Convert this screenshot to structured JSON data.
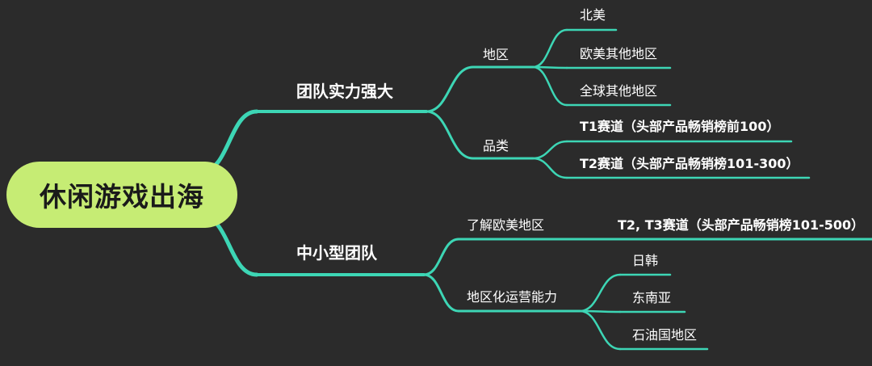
{
  "mindmap": {
    "root": "休闲游戏出海",
    "branches": [
      {
        "label": "团队实力强大",
        "children": [
          {
            "label": "地区",
            "children": [
              "北美",
              "欧美其他地区",
              "全球其他地区"
            ]
          },
          {
            "label": "品类",
            "children": [
              "T1赛道（头部产品畅销榜前100）",
              "T2赛道（头部产品畅销榜101-300）"
            ]
          }
        ]
      },
      {
        "label": "中小型团队",
        "children": [
          {
            "label": "了解欧美地区",
            "children": [
              "T2, T3赛道（头部产品畅销榜101-500）"
            ]
          },
          {
            "label": "地区化运营能力",
            "children": [
              "日韩",
              "东南亚",
              "石油国地区"
            ]
          }
        ]
      }
    ]
  },
  "colors": {
    "background": "#2b2b2b",
    "root_fill": "#c6ec74",
    "connector": "#3dd6b5",
    "text": "#ffffff"
  }
}
